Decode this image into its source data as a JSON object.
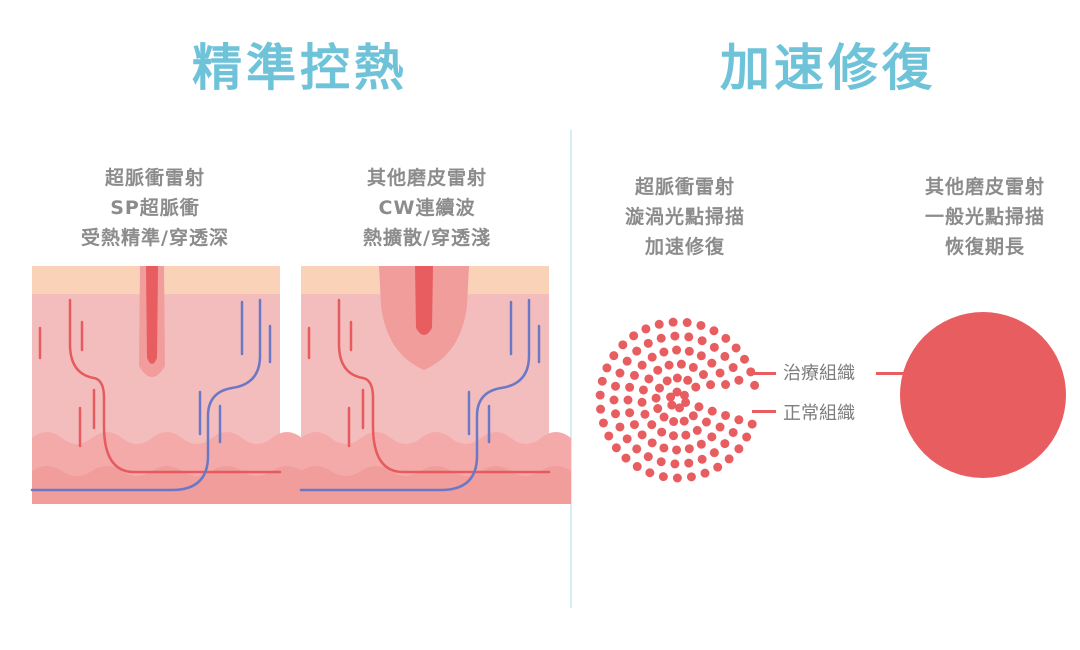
{
  "titles": {
    "left": "精準控熱",
    "right": "加速修復"
  },
  "panels": [
    {
      "lines": [
        "超脈衝雷射",
        "SP超脈衝",
        "受熱精準/穿透深"
      ]
    },
    {
      "lines": [
        "其他磨皮雷射",
        "CW連續波",
        "熱擴散/穿透淺"
      ]
    },
    {
      "lines": [
        "超脈衝雷射",
        "漩渦光點掃描",
        "加速修復"
      ]
    },
    {
      "lines": [
        "其他磨皮雷射",
        "一般光點掃描",
        "恢復期長"
      ]
    }
  ],
  "labels": {
    "treated": "治療組織",
    "normal": "正常組織"
  },
  "colors": {
    "title": "#6fc3d9",
    "caption": "#8c8c8c",
    "skin_top": "#f9d2b7",
    "dermis": "#f4bdbd",
    "dermis_deep": "#f3aaa9",
    "laser": "#e75d60",
    "artery": "#e55b5e",
    "vein": "#6b78c6",
    "divider": "#d8edf3"
  }
}
